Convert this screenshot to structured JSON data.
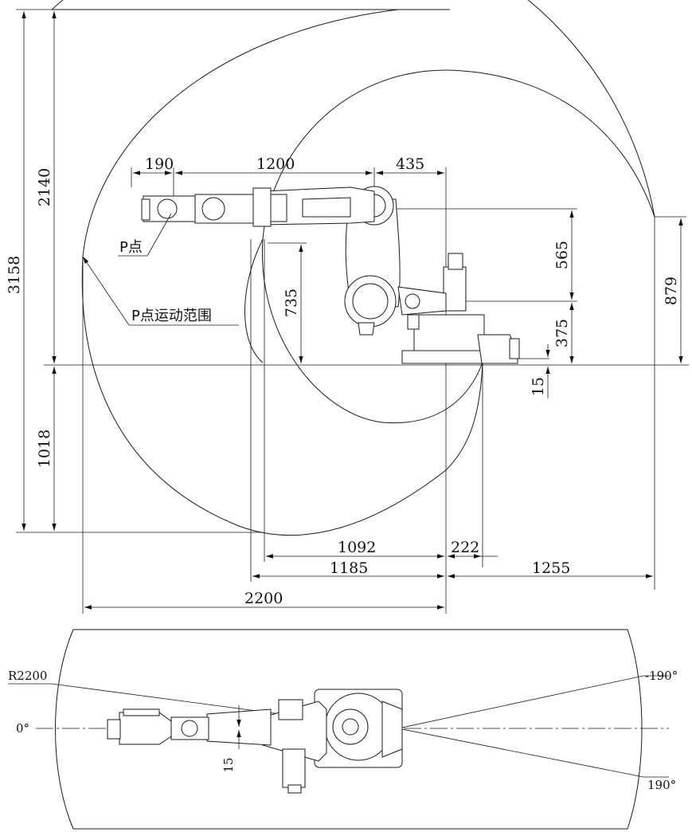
{
  "side_view": {
    "dimensions": {
      "h_total": "3158",
      "h_upper": "2140",
      "h_lower": "1018",
      "v_735": "735",
      "v_565": "565",
      "v_375": "375",
      "v_879": "879",
      "v_15": "15",
      "top_190": "190",
      "top_1200": "1200",
      "top_435": "435",
      "b_1092": "1092",
      "b_222": "222",
      "b_1185": "1185",
      "b_1255": "1255",
      "b_2200": "2200"
    },
    "labels": {
      "p_point": "P点",
      "p_range": "P点运动范围"
    }
  },
  "top_view": {
    "radius": "R2200",
    "angle_zero": "0°",
    "angle_neg": "-190°",
    "angle_pos": "190°",
    "dim_15": "15"
  }
}
